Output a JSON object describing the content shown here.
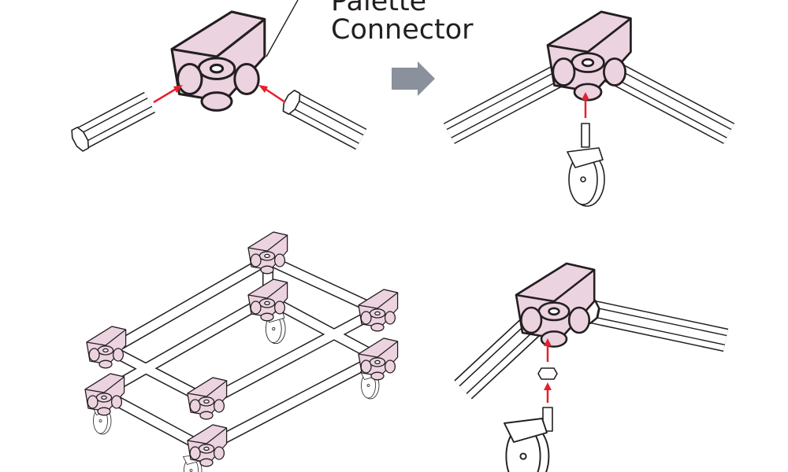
{
  "callout": {
    "line1": "Palette",
    "line2": "Connector"
  },
  "colors": {
    "connector": "#ecd3e0",
    "arrow": "#e5202e",
    "step_arrow": "#8a919c",
    "outline": "#231f20"
  },
  "panels": [
    "connector-with-tubes",
    "assembled-connector-with-caster",
    "assembled-cart",
    "connector-with-nut-and-caster"
  ]
}
